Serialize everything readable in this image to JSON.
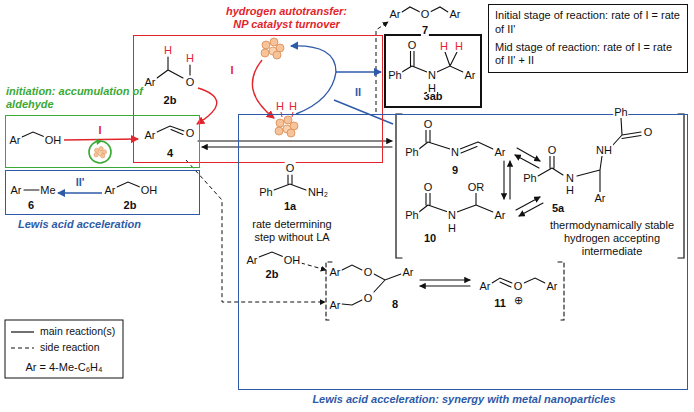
{
  "diagram": {
    "nodes": [
      {
        "text": [
          "hydrogen autotransfer: NP catalyst turnover"
        ]
      },
      {
        "text": [
          "3ab"
        ]
      },
      {
        "text": [
          "Initial stage of reaction: rate of I = rate of II'",
          "Mid stage of reaction: rate of I = rate of II' + II"
        ]
      },
      {
        "text": [
          "initiation: accumulation of aldehyde"
        ]
      },
      {
        "text": [
          "Lewis acid acceleration"
        ]
      },
      {
        "text": [
          "Lewis acid acceleration: synergy with metal nanoparticles"
        ]
      }
    ],
    "labels": [
      "H",
      "H",
      "Ar",
      "O",
      "2b",
      "I",
      "Ar",
      "O",
      "4",
      "H",
      "H",
      "II",
      "O",
      "Ph",
      "N",
      "H",
      "H",
      "H",
      "Ar",
      "Ar",
      "O",
      "Ar",
      "7",
      "Ar",
      "OH",
      "I",
      "Ar",
      "Me",
      "6",
      "II'",
      "Ar",
      "OH",
      "2b",
      "O",
      "Ph",
      "NH₂",
      "1a",
      "rate determining step without LA",
      "Ar",
      "OH",
      "2b",
      "O",
      "Ph",
      "N",
      "Ar",
      "9",
      "O",
      "OR",
      "Ph",
      "N",
      "H",
      "Ar",
      "10",
      "Ph",
      "O",
      "NH",
      "O",
      "Ph",
      "N",
      "H",
      "Ar",
      "5a",
      "thermodynamically stable hydrogen accepting intermediate",
      "Ar",
      "O",
      "Ar",
      "O",
      "Ar",
      "8",
      "Ar",
      "O",
      "⊕",
      "Ar",
      "11",
      "Ar = 4-Me-C₆H₄"
    ],
    "legend": [
      {
        "text": "main reaction(s)"
      },
      {
        "text": "side reaction"
      }
    ]
  }
}
